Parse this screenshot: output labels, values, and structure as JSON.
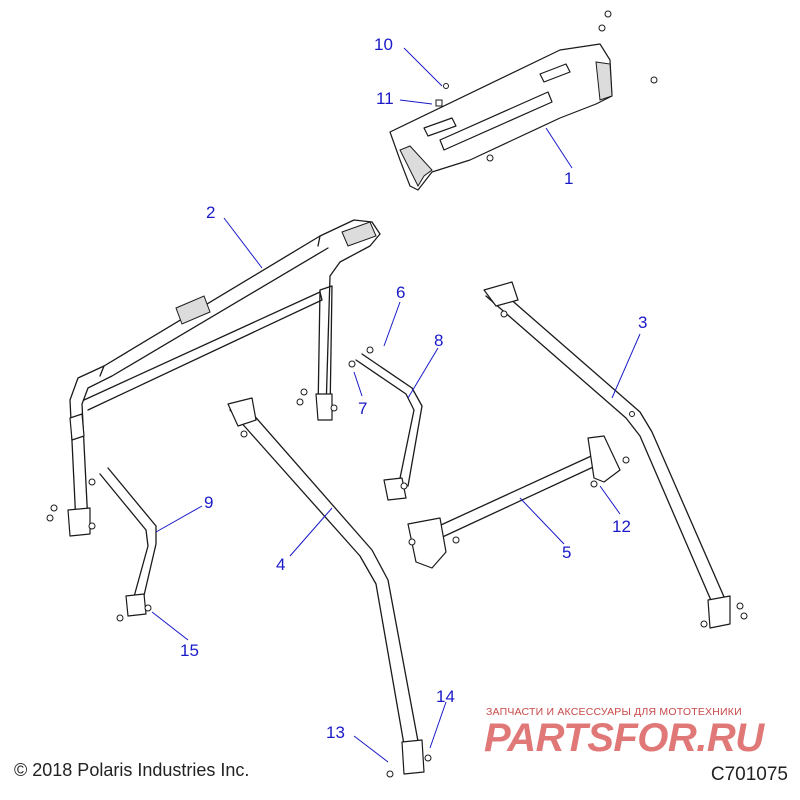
{
  "callouts": [
    {
      "id": "1",
      "label": "1"
    },
    {
      "id": "2",
      "label": "2"
    },
    {
      "id": "3",
      "label": "3"
    },
    {
      "id": "4",
      "label": "4"
    },
    {
      "id": "5",
      "label": "5"
    },
    {
      "id": "6",
      "label": "6"
    },
    {
      "id": "7",
      "label": "7"
    },
    {
      "id": "8",
      "label": "8"
    },
    {
      "id": "9",
      "label": "9"
    },
    {
      "id": "10",
      "label": "10"
    },
    {
      "id": "11",
      "label": "11"
    },
    {
      "id": "12",
      "label": "12"
    },
    {
      "id": "13",
      "label": "13"
    },
    {
      "id": "14",
      "label": "14"
    },
    {
      "id": "15",
      "label": "15"
    }
  ],
  "footer": {
    "copyright": "© 2018 Polaris Industries Inc.",
    "drawing_id": "C701075"
  },
  "watermark": {
    "caption": "ЗАПЧАСТИ И АКСЕССУАРЫ ДЛЯ МОТОТЕХНИКИ",
    "brand": "PARTSFOR.RU"
  },
  "colors": {
    "callout": "#1a1ac8",
    "line_art": "#1a1a1a",
    "watermark": "#e07878"
  }
}
